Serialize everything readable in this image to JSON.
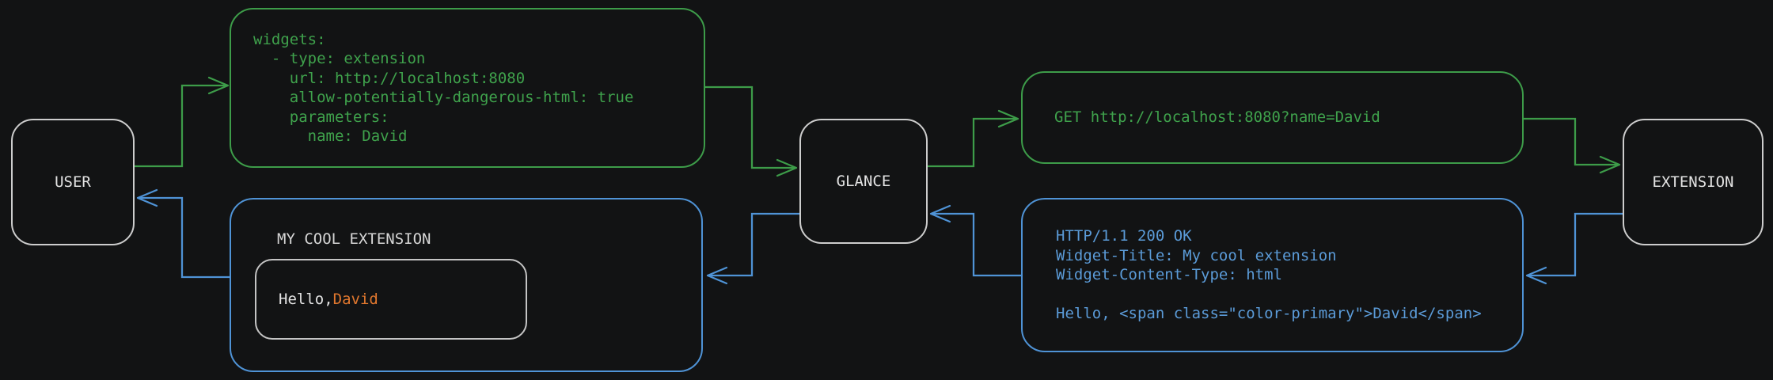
{
  "diagram": {
    "nodes": {
      "user": {
        "label": "USER"
      },
      "glance": {
        "label": "GLANCE"
      },
      "extension": {
        "label": "EXTENSION"
      }
    },
    "config_box": {
      "code": "widgets:\n  - type: extension\n    url: http://localhost:8080\n    allow-potentially-dangerous-html: true\n    parameters:\n      name: David"
    },
    "request_box": {
      "code": "GET http://localhost:8080?name=David"
    },
    "response_box": {
      "code": "HTTP/1.1 200 OK\nWidget-Title: My cool extension\nWidget-Content-Type: html\n\nHello, <span class=\"color-primary\">David</span>"
    },
    "widget_preview": {
      "title": "MY COOL EXTENSION",
      "greeting_prefix": "Hello, ",
      "greeting_name": "David"
    }
  },
  "colors": {
    "background": "#121314",
    "green": "#3d9c49",
    "green_text": "#3fa24c",
    "blue": "#4f93d6",
    "blue_text": "#5b9bd8",
    "orange": "#e0772e",
    "node_border": "#cdcdcd",
    "text": "#e3e3e3"
  }
}
